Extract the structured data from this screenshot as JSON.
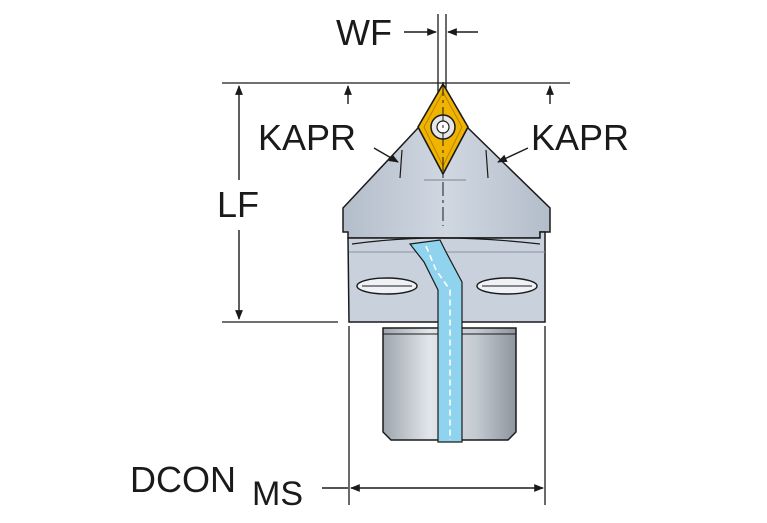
{
  "labels": {
    "wf": "WF",
    "kapr_left": "KAPR",
    "kapr_right": "KAPR",
    "lf": "LF",
    "dcon_main": "DCON",
    "dcon_sub": "MS"
  },
  "colors": {
    "body": "#c3ccd8",
    "body_shade": "#9aa4b3",
    "shank": "#bcc2ca",
    "coolant": "#8fd3ee",
    "insert": "#f0b400",
    "insert_edge": "#b98500",
    "line": "#1a1a1a"
  }
}
